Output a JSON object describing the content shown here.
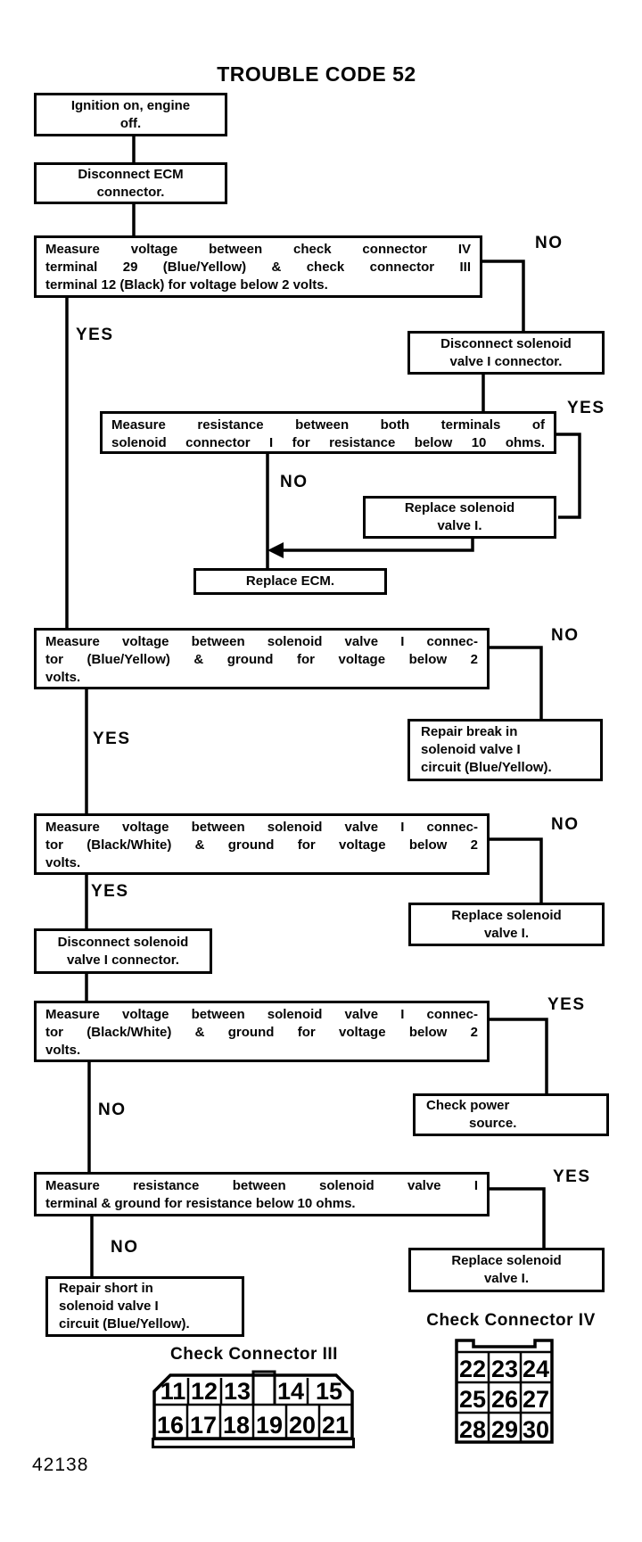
{
  "page_title": "TROUBLE CODE 52",
  "figure_number": "42138",
  "flow": {
    "labels": {
      "yes": "YES",
      "no": "NO"
    },
    "ignition": {
      "lines": [
        "Ignition on, engine",
        "off."
      ]
    },
    "disconnect_ecm": {
      "lines": [
        "Disconnect ECM",
        "connector."
      ]
    },
    "measure_check_connector": {
      "lines": [
        "Measure voltage between check connector IV",
        "terminal 29 (Blue/Yellow) & check connector III",
        "terminal 12 (Black) for voltage below 2 volts."
      ]
    },
    "disconnect_solenoid_a": {
      "lines": [
        "Disconnect solenoid",
        "valve I connector."
      ]
    },
    "measure_resistance_both": {
      "lines": [
        "Measure resistance between both terminals of",
        "solenoid connector I for resistance below 10 ohms."
      ]
    },
    "replace_solenoid_a": {
      "lines": [
        "Replace solenoid",
        "valve I."
      ]
    },
    "replace_ecm": {
      "lines": [
        "Replace ECM."
      ]
    },
    "measure_blue_yellow": {
      "lines": [
        "Measure voltage between solenoid valve I connec-",
        "tor (Blue/Yellow) & ground for voltage below 2",
        "volts."
      ]
    },
    "repair_break": {
      "lines": [
        "Repair break in",
        "solenoid valve I",
        "circuit (Blue/Yellow)."
      ]
    },
    "measure_black_white_1": {
      "lines": [
        "Measure voltage between solenoid valve I connec-",
        "tor (Black/White) & ground for voltage below 2",
        "volts."
      ]
    },
    "replace_solenoid_b": {
      "lines": [
        "Replace solenoid",
        "valve I."
      ]
    },
    "disconnect_solenoid_b": {
      "lines": [
        "Disconnect solenoid",
        "valve I connector."
      ]
    },
    "measure_black_white_2": {
      "lines": [
        "Measure voltage between solenoid valve I connec-",
        "tor (Black/White) & ground for voltage below 2",
        "volts."
      ]
    },
    "check_power": {
      "lines": [
        "Check power",
        "source."
      ]
    },
    "measure_resistance_ground": {
      "lines": [
        "Measure resistance between solenoid valve I",
        "terminal & ground for resistance below 10 ohms."
      ]
    },
    "replace_solenoid_c": {
      "lines": [
        "Replace solenoid",
        "valve I."
      ]
    },
    "repair_short": {
      "lines": [
        "Repair short in",
        "solenoid valve I",
        "circuit (Blue/Yellow)."
      ]
    }
  },
  "connector_iii": {
    "title": "Check Connector III",
    "row1": [
      "11",
      "12",
      "13",
      "14",
      "15"
    ],
    "row2": [
      "16",
      "17",
      "18",
      "19",
      "20",
      "21"
    ]
  },
  "connector_iv": {
    "title": "Check Connector IV",
    "cells": [
      "22",
      "23",
      "24",
      "25",
      "26",
      "27",
      "28",
      "29",
      "30"
    ]
  }
}
